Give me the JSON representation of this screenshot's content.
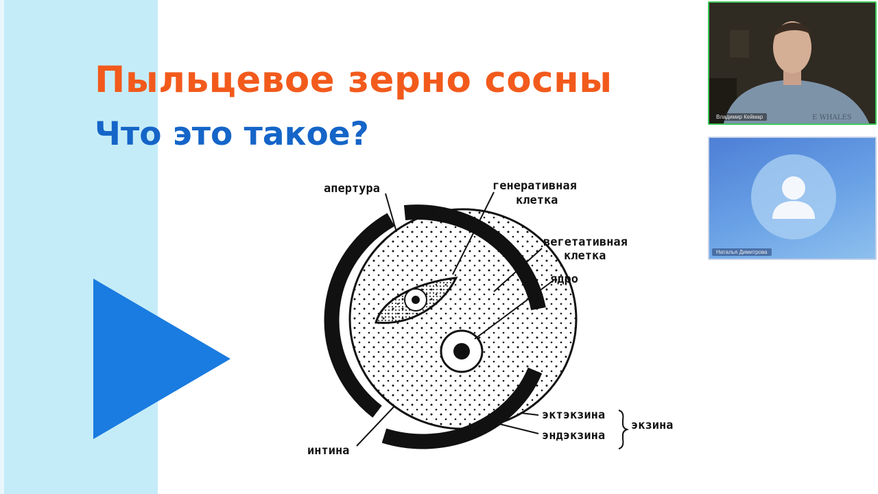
{
  "slide": {
    "title": "Пыльцевое зерно сосны",
    "subtitle": "Что это такое?",
    "colors": {
      "title": "#f25a1c",
      "subtitle": "#1565c8",
      "band": "#c4ecf8",
      "arrow": "#1a7be0"
    },
    "diagram_labels": {
      "aperture": "апертура",
      "generative_1": "генеративная",
      "generative_2": "клетка",
      "vegetative_1": "вегетативная",
      "vegetative_2": "клетка",
      "nucleus": "ядро",
      "ektexine": "эктэкзина",
      "endexine": "эндэкзина",
      "exine": "экзина",
      "intine": "интина"
    }
  },
  "participants": [
    {
      "name": "Владимир Кеймар",
      "video": "camera-on",
      "shirt_text": "E WHALES"
    },
    {
      "name": "Наталья Димитрова",
      "video": "avatar-placeholder"
    }
  ]
}
